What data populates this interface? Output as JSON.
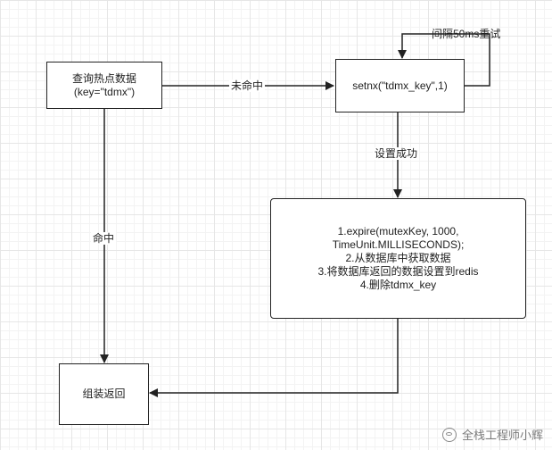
{
  "nodes": {
    "query": {
      "lines": [
        "查询热点数据",
        "(key=\"tdmx\")"
      ]
    },
    "setnx": {
      "lines": [
        "setnx(\"tdmx_key\",1)"
      ]
    },
    "process": {
      "lines": [
        "1.expire(mutexKey, 1000,",
        "TimeUnit.MILLISECONDS);",
        "2.从数据库中获取数据",
        "3.将数据库返回的数据设置到redis",
        "4.删除tdmx_key"
      ]
    },
    "assemble": {
      "lines": [
        "组装返回"
      ]
    }
  },
  "edges": {
    "miss": "未命中",
    "hit": "命中",
    "retry": "间隔50ms重试",
    "set_success": "设置成功"
  },
  "watermark": {
    "text": "全栈工程师小辉"
  }
}
